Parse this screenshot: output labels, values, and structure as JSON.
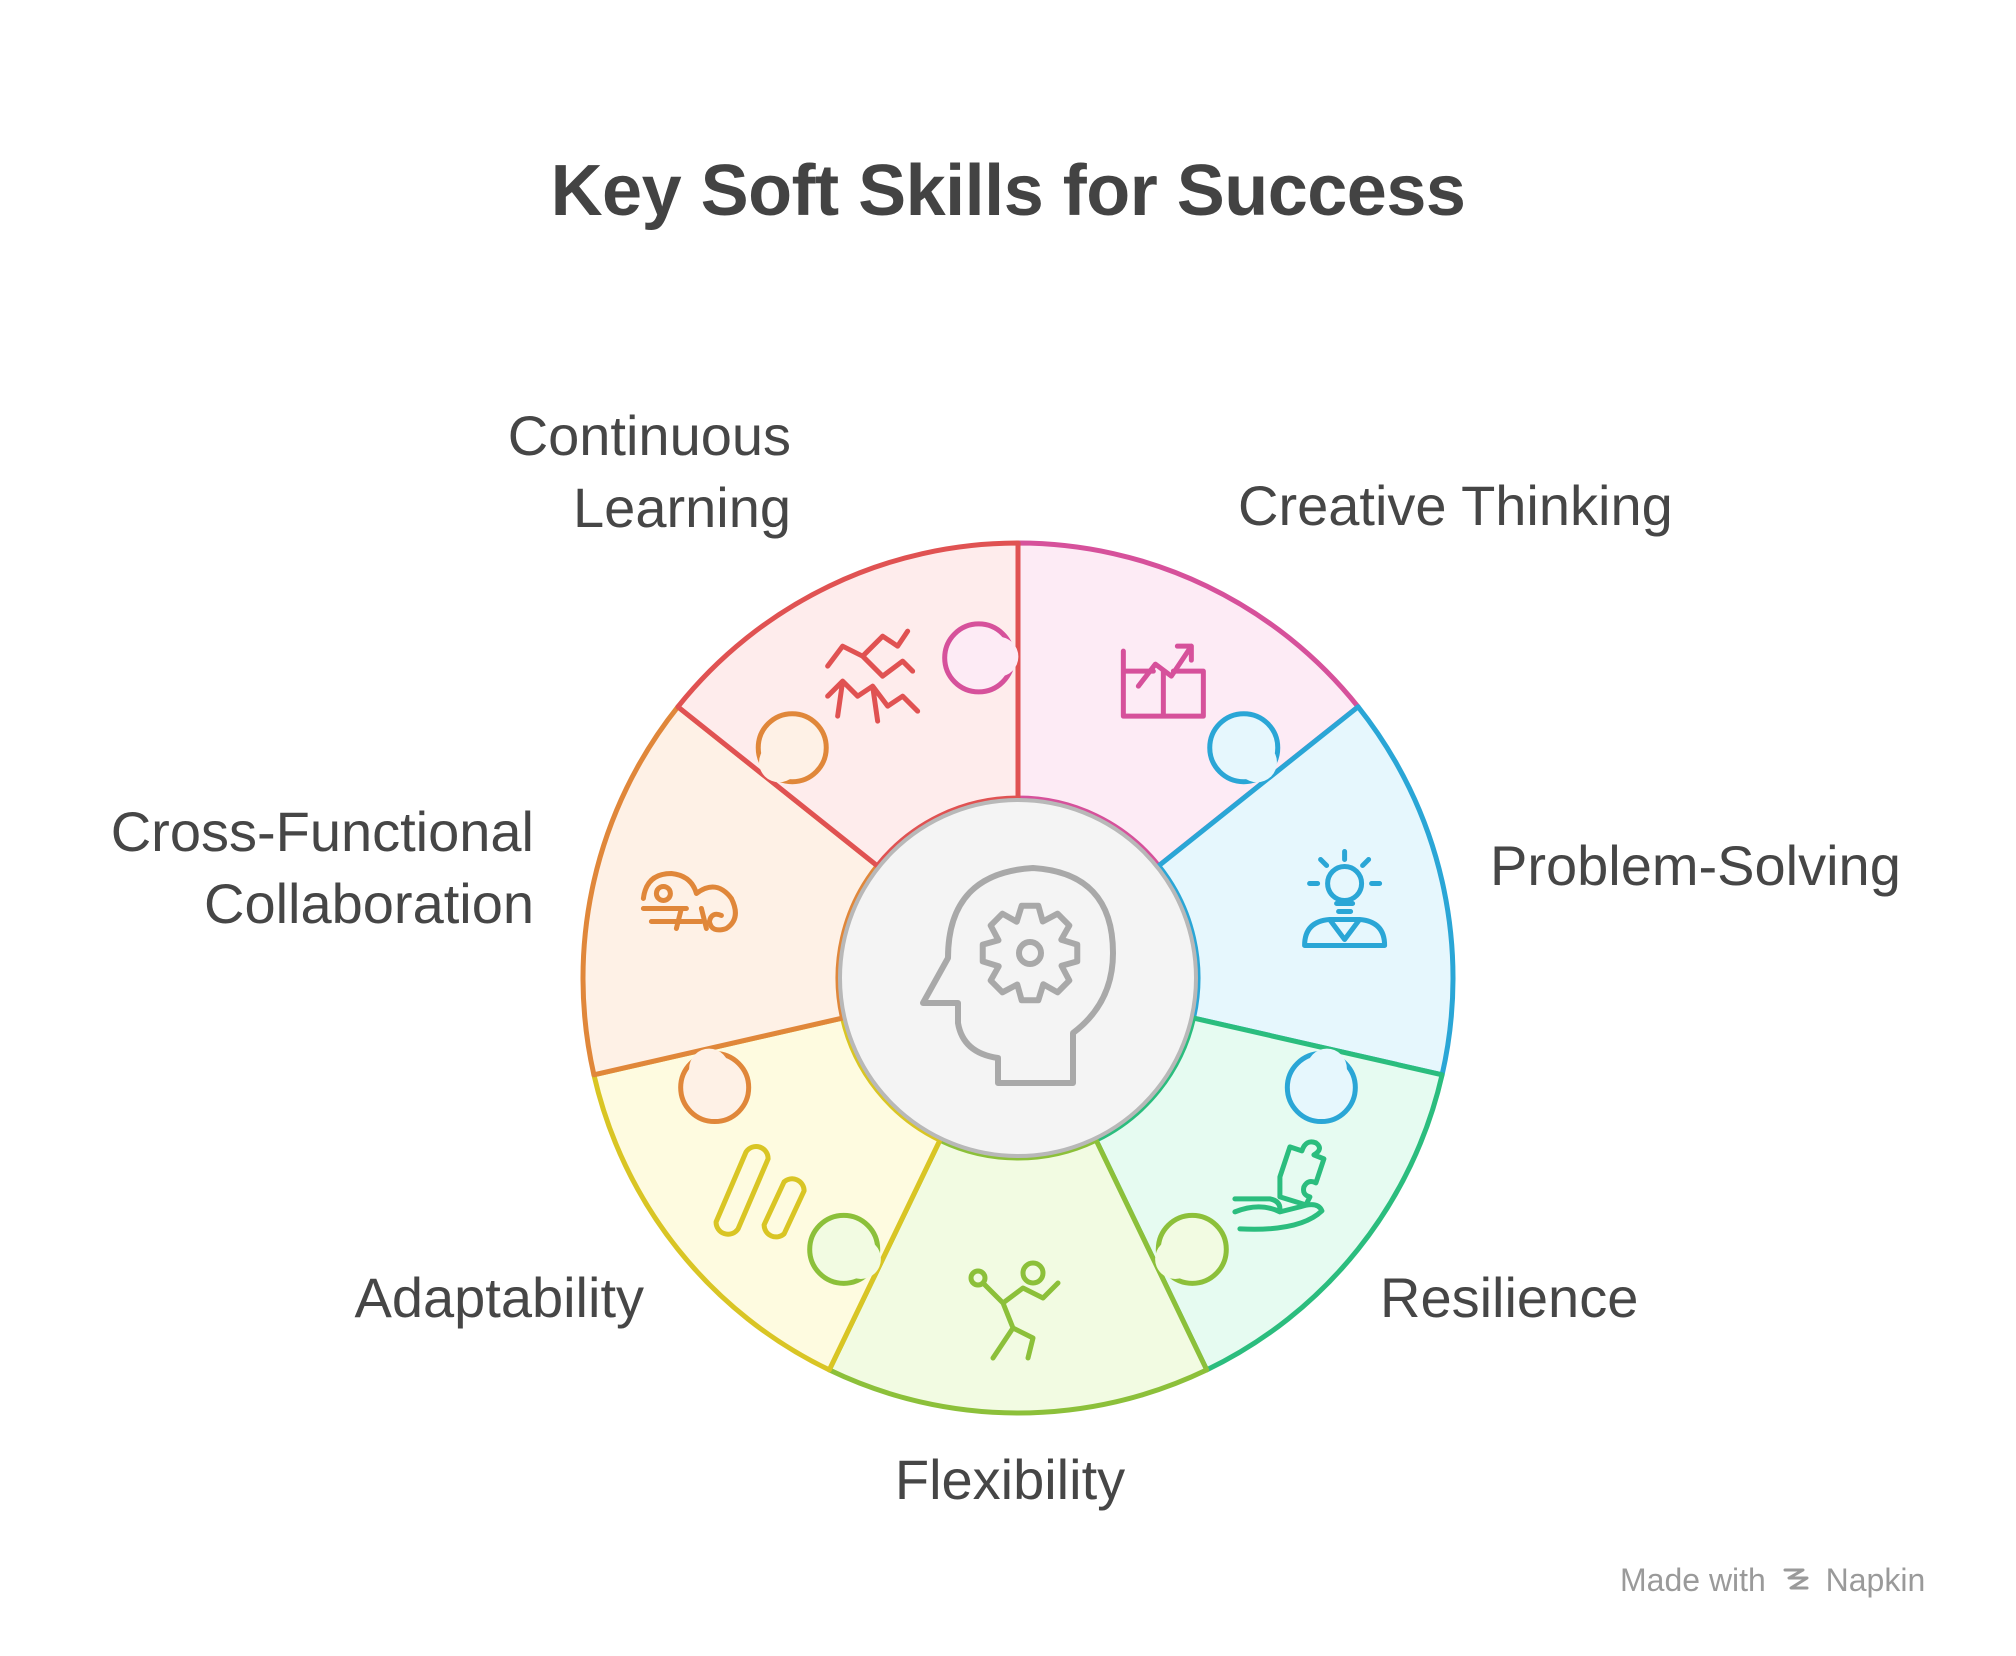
{
  "title": "Key Soft Skills for Success",
  "segments": [
    {
      "id": "continuous-learning",
      "label_lines": [
        "Continuous",
        "Learning"
      ],
      "stroke": "#d6519b",
      "fill": "#fdebf5",
      "icon": "book-growth-icon"
    },
    {
      "id": "creative-thinking",
      "label_lines": [
        "Creative Thinking"
      ],
      "stroke": "#2aa6d6",
      "fill": "#e6f7fd",
      "icon": "lightbulb-person-icon"
    },
    {
      "id": "problem-solving",
      "label_lines": [
        "Problem-Solving"
      ],
      "stroke": "#2bbd7e",
      "fill": "#e6fbf1",
      "icon": "hand-puzzle-icon"
    },
    {
      "id": "resilience",
      "label_lines": [
        "Resilience"
      ],
      "stroke": "#8cc03a",
      "fill": "#f2fbe2",
      "icon": "person-pushing-icon"
    },
    {
      "id": "flexibility",
      "label_lines": [
        "Flexibility"
      ],
      "stroke": "#d9c524",
      "fill": "#fefbe0",
      "icon": "flexible-bars-icon"
    },
    {
      "id": "adaptability",
      "label_lines": [
        "Adaptability"
      ],
      "stroke": "#e0873a",
      "fill": "#fef1e6",
      "icon": "chameleon-icon"
    },
    {
      "id": "cross-functional-collaboration",
      "label_lines": [
        "Cross-Functional",
        "Collaboration"
      ],
      "stroke": "#e05252",
      "fill": "#feecec",
      "icon": "handshake-icon"
    }
  ],
  "center": {
    "icon": "head-gear-icon",
    "stroke": "#a9a9a9",
    "fill": "#f4f4f4"
  },
  "footer": {
    "made_with": "Made with",
    "brand": "Napkin"
  }
}
